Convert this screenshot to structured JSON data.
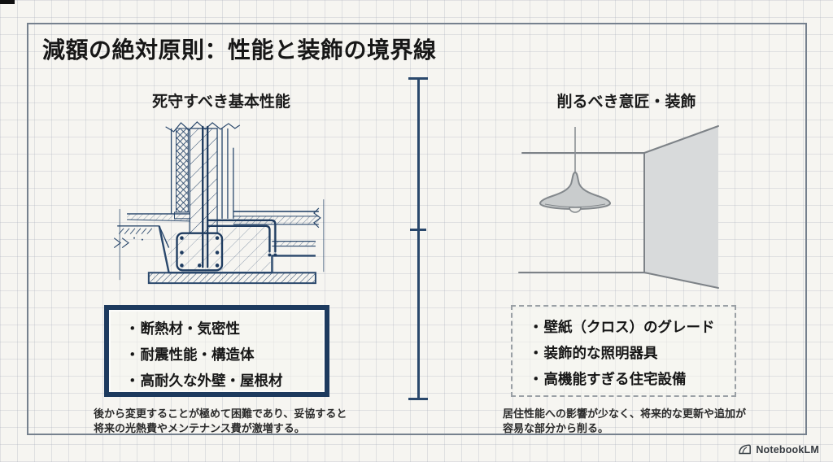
{
  "page": {
    "title": "減額の絶対原則：性能と装飾の境界線"
  },
  "lists": {
    "bullet": "・"
  },
  "columns": {
    "left": {
      "heading": "死守すべき基本性能",
      "illustration": "foundation-wall-section-drawing",
      "items": [
        "断熱材・気密性",
        "耐震性能・構造体",
        "高耐久な外壁・屋根材"
      ],
      "caption": "後から変更することが極めて困難であり、妥協すると将来の光熱費やメンテナンス費が激増する。"
    },
    "right": {
      "heading": "削るべき意匠・装飾",
      "illustration": "pendant-light-room-drawing",
      "items": [
        "壁紙（クロス）のグレード",
        "装飾的な照明器具",
        "高機能すぎる住宅設備"
      ],
      "caption": "居住性能への影響が少なく、将来的な更新や追加が容易な部分から削る。"
    }
  },
  "footer": {
    "brand": "NotebookLM"
  },
  "colors": {
    "paper": "#f6f5f1",
    "keep_box_border": "#1d3a5e",
    "drawing_ink": "#2a486c",
    "cut_box_border": "#9aa0a5",
    "sketch_gray": "#7d8287"
  }
}
